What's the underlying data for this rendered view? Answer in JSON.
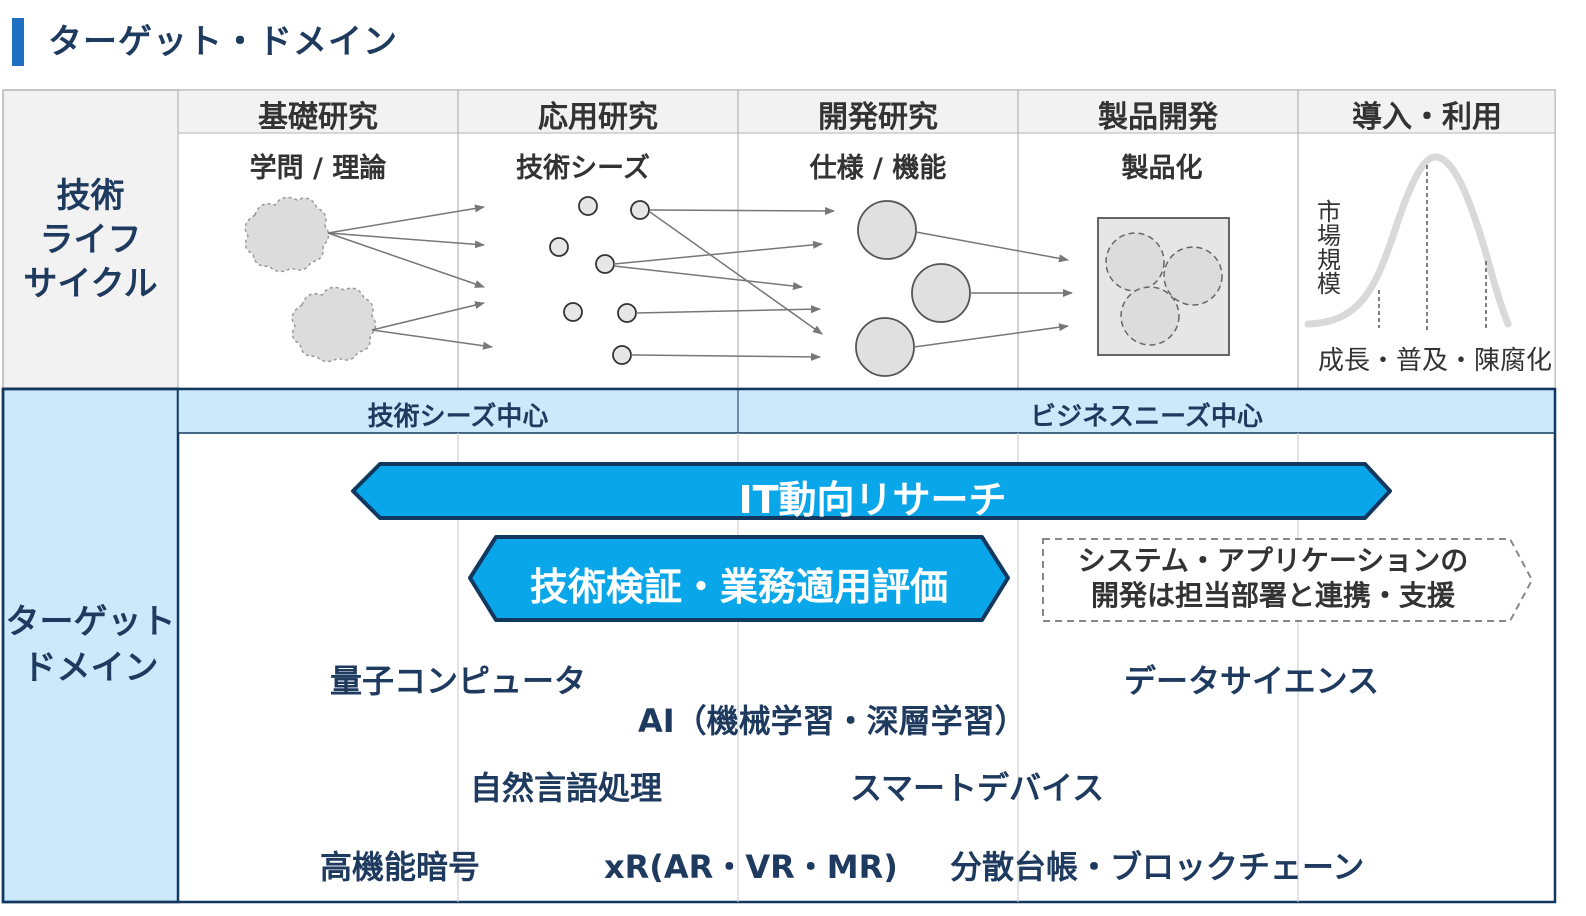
{
  "title": "ターゲット・ドメイン",
  "phases": [
    "基礎研究",
    "応用研究",
    "開発研究",
    "製品開発",
    "導入・利用"
  ],
  "phase_subtitles": [
    "学問 / 理論",
    "技術シーズ",
    "仕様 / 機能",
    "製品化"
  ],
  "row_labels": {
    "lifecycle": "技術\nライフ\nサイクル",
    "target": "ターゲット\nドメイン"
  },
  "market_axis": "市\n場\n規\n模",
  "market_phases": "成長・普及・陳腐化",
  "bands": {
    "seeds": "技術シーズ中心",
    "needs": "ビジネスニーズ中心"
  },
  "arrows": {
    "research": "IT動向リサーチ",
    "verify": "技術検証・業務適用評価"
  },
  "note": "システム・アプリケーションの\n開発は担当部署と連携・支援",
  "keywords": {
    "quantum": "量子コンピュータ",
    "data_science": "データサイエンス",
    "ai": "AI（機械学習・深層学習）",
    "nlp": "自然言語処理",
    "smart": "スマートデバイス",
    "crypto": "高機能暗号",
    "xr": "xR(AR・VR・MR)",
    "blockchain": "分散台帳・ブロックチェーン"
  },
  "colors": {
    "accent": "#1f6fc2",
    "band": "#cce9fb",
    "arrow_fill": "#0aa6ea",
    "arrow_stroke": "#12385f",
    "grid": "#b5b5b5",
    "lifecycle_bg": "#f2f2f2"
  }
}
